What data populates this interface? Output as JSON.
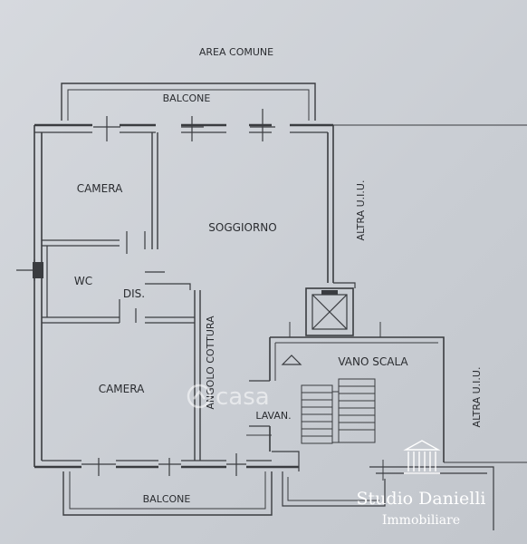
{
  "labels": {
    "area_comune": "AREA COMUNE",
    "balcone_top": "BALCONE",
    "camera_top": "CAMERA",
    "soggiorno": "SOGGIORNO",
    "altra_uiu_right": "ALTRA U.I.U.",
    "wc": "WC",
    "dis": "DIS.",
    "angolo_cottura": "ANGOLO COTTURA",
    "vano_scala": "VANO SCALA",
    "camera_bottom": "CAMERA",
    "lavan": "LAVAN.",
    "altra_uiu_bottom": "ALTRA U.I.U.",
    "balcone_bottom": "BALCONE"
  },
  "watermark": {
    "text": "casa"
  },
  "brand": {
    "line1": "Studio Danielli",
    "line2": "Immobiliare"
  },
  "colors": {
    "wall": "#3a3c40",
    "paper": "#cfd3d9",
    "brand": "#ffffff"
  }
}
